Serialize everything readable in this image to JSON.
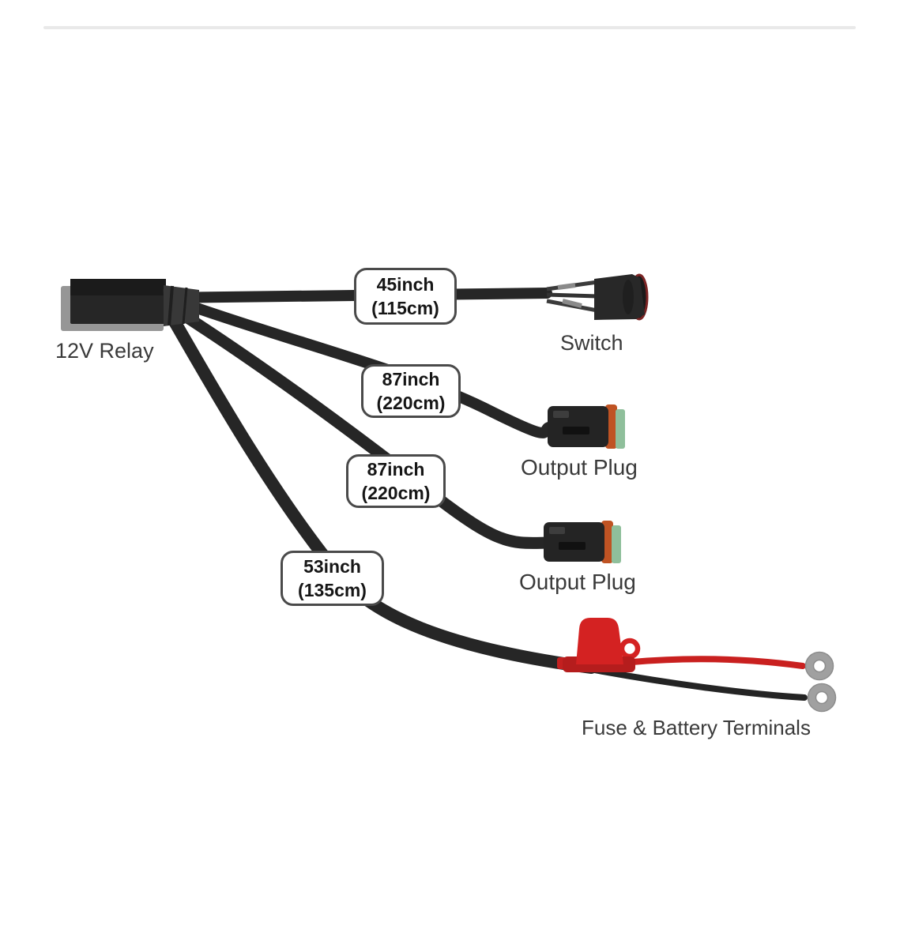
{
  "page": {
    "background_color": "#ffffff",
    "top_divider_color": "#e9e9e9"
  },
  "harness": {
    "relay_label": "12V Relay",
    "branches": [
      {
        "name": "switch",
        "length_line1": "45inch",
        "length_line2": "(115cm)",
        "endpoint": "Switch"
      },
      {
        "name": "output-plug-1",
        "length_line1": "87inch",
        "length_line2": "(220cm)",
        "endpoint": "Output Plug"
      },
      {
        "name": "output-plug-2",
        "length_line1": "87inch",
        "length_line2": "(220cm)",
        "endpoint": "Output Plug"
      },
      {
        "name": "fuse-battery",
        "length_line1": "53inch",
        "length_line2": "(135cm)",
        "endpoint": "Fuse & Battery Terminals"
      }
    ],
    "colors": {
      "cable_black": "#262626",
      "relay_body_dark": "#262626",
      "relay_base_gray": "#969696",
      "fuse_red": "#d42222",
      "positive_wire_red": "#c9201f",
      "ring_terminal_gray": "#a0a0a0",
      "plug_seal_orange": "#bf5323",
      "plug_tip_green": "#8fbf9b",
      "switch_bezel_red": "#7c2424",
      "label_text": "#161616",
      "caption_text": "#3a3a3a",
      "label_border": "#4a4a4a"
    }
  }
}
